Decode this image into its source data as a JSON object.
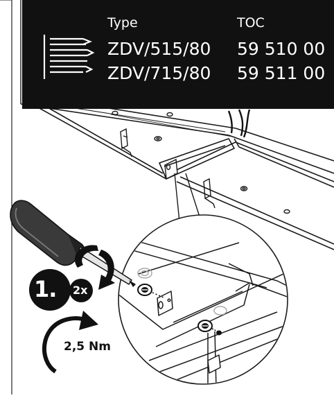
{
  "table": {
    "headers": {
      "type": "Type",
      "toc": "TOC"
    },
    "rows": [
      {
        "type": "ZDV/515/80",
        "toc": "59 510 00"
      },
      {
        "type": "ZDV/715/80",
        "toc": "59 511 00"
      }
    ]
  },
  "steps": {
    "number": "1.",
    "repeat": "2x",
    "torque": "2,5 Nm"
  },
  "icons": {
    "table_icon": "cable-comb-icon",
    "tool": "screwdriver-icon",
    "rotation": "rotate-clockwise-icon",
    "torque": "torque-arc-icon"
  },
  "colors": {
    "panel": "#111111",
    "line": "#1a1a1a",
    "background": "#ffffff"
  }
}
